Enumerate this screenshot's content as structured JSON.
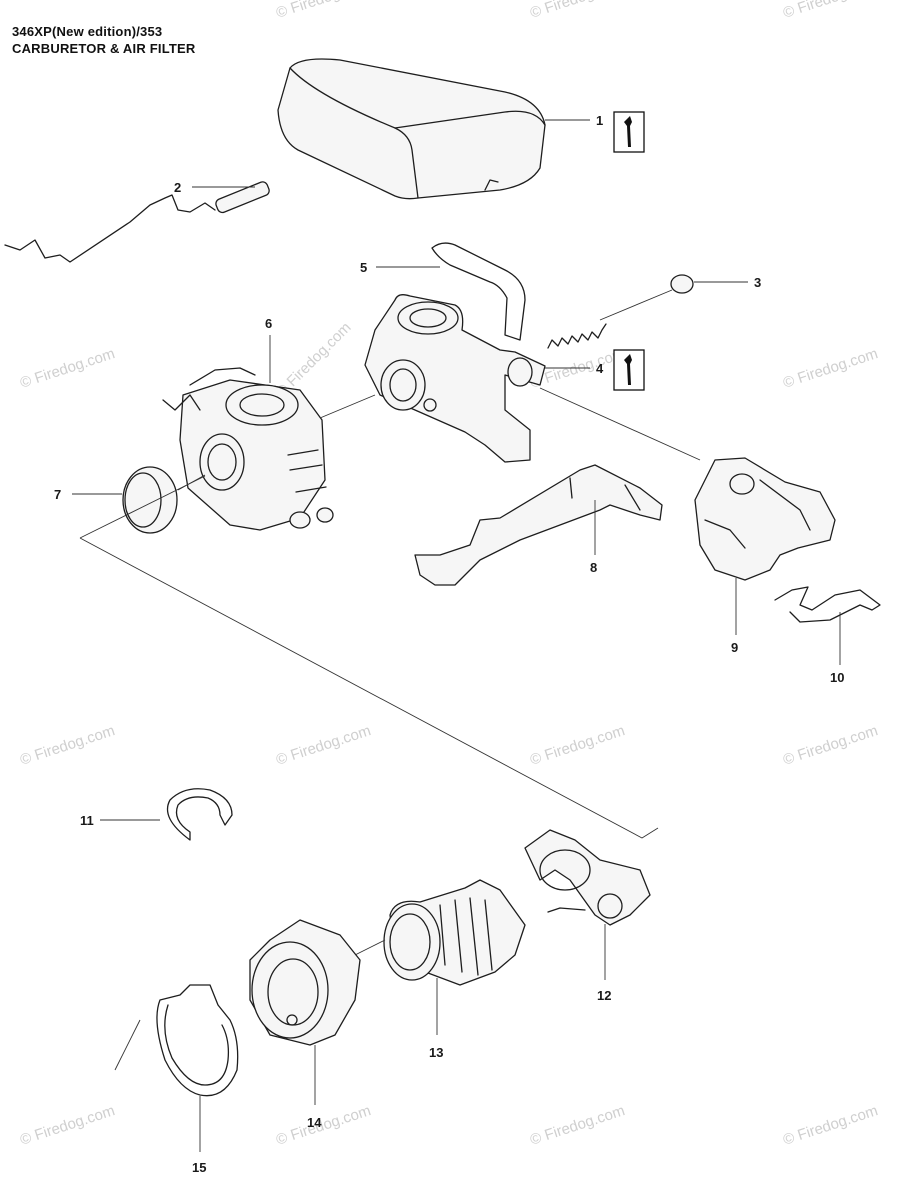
{
  "header": {
    "model": "346XP(New edition)/353",
    "section": "CARBURETOR & AIR FILTER"
  },
  "watermark": "© Firedog.com",
  "callouts": [
    "1",
    "2",
    "3",
    "4",
    "5",
    "6",
    "7",
    "8",
    "9",
    "10",
    "11",
    "12",
    "13",
    "14",
    "15"
  ],
  "icons": {
    "service_tool": "wrench-icon"
  }
}
